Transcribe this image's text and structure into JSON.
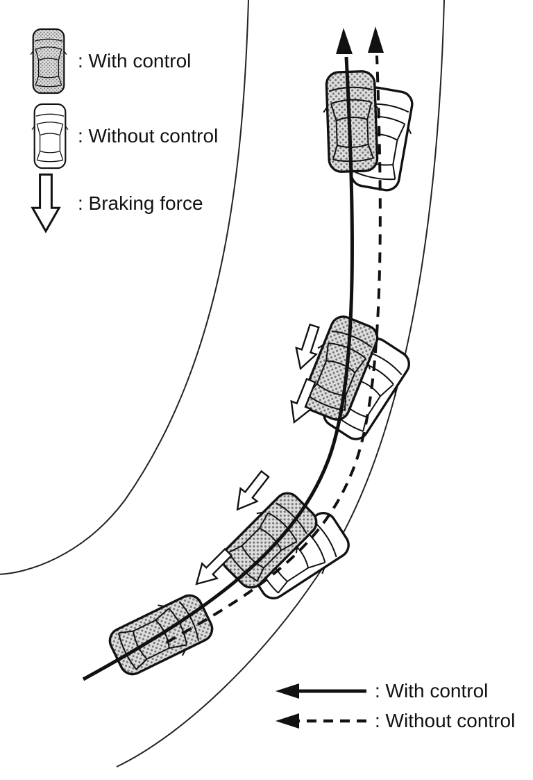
{
  "legend": {
    "with_control_label": ": With control",
    "without_control_label": ": Without control",
    "braking_force_label": ": Braking force"
  },
  "trajectory_legend": {
    "with_control_label": ": With control",
    "without_control_label": ": Without control"
  },
  "icons": {
    "car_with_control": "car-shaded-icon",
    "car_without_control": "car-outline-icon",
    "braking_force": "hollow-down-arrow-icon",
    "with_control_path": "solid-left-arrow-icon",
    "without_control_path": "dashed-left-arrow-icon"
  },
  "colors": {
    "ink": "#111111",
    "background": "#ffffff",
    "shaded_car_dot": "#777777",
    "shaded_car_base": "#dedede"
  }
}
